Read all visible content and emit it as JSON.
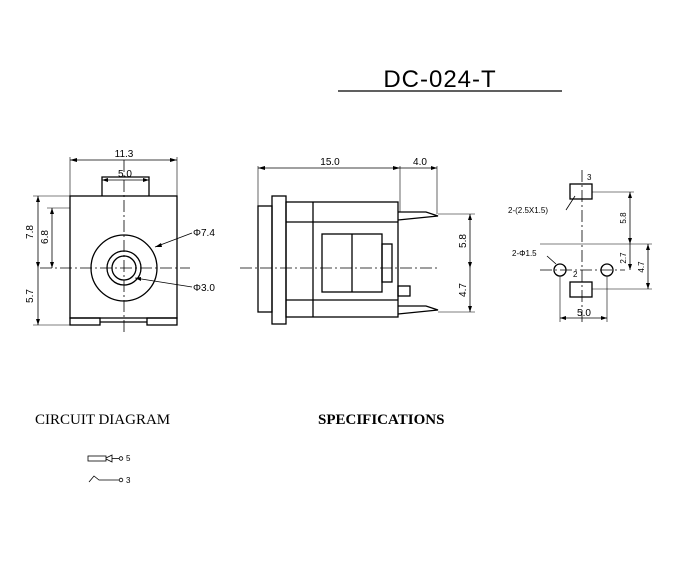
{
  "title": "DC-024-T",
  "headings": {
    "circuit": "CIRCUIT DIAGRAM",
    "specs": "SPECIFICATIONS"
  },
  "front_view": {
    "width": "11.3",
    "top_tab": "5.0",
    "upper_height": "7.8",
    "inner_height": "6.8",
    "lower_height": "5.7",
    "outer_dia": "Φ7.4",
    "inner_dia": "Φ3.0"
  },
  "side_view": {
    "length": "15.0",
    "pin_reach": "4.0",
    "upper_pin": "5.8",
    "lower_pin": "4.7"
  },
  "footprint": {
    "pad_label": "2-(2.5X1.5)",
    "hole_label": "2-Φ1.5",
    "pin3": "3",
    "pin2": "2",
    "height": "5.8",
    "offset": "2.7",
    "lower": "4.7",
    "width": "5.0"
  },
  "circuit": {
    "pin5": "5",
    "pin3": "3"
  }
}
